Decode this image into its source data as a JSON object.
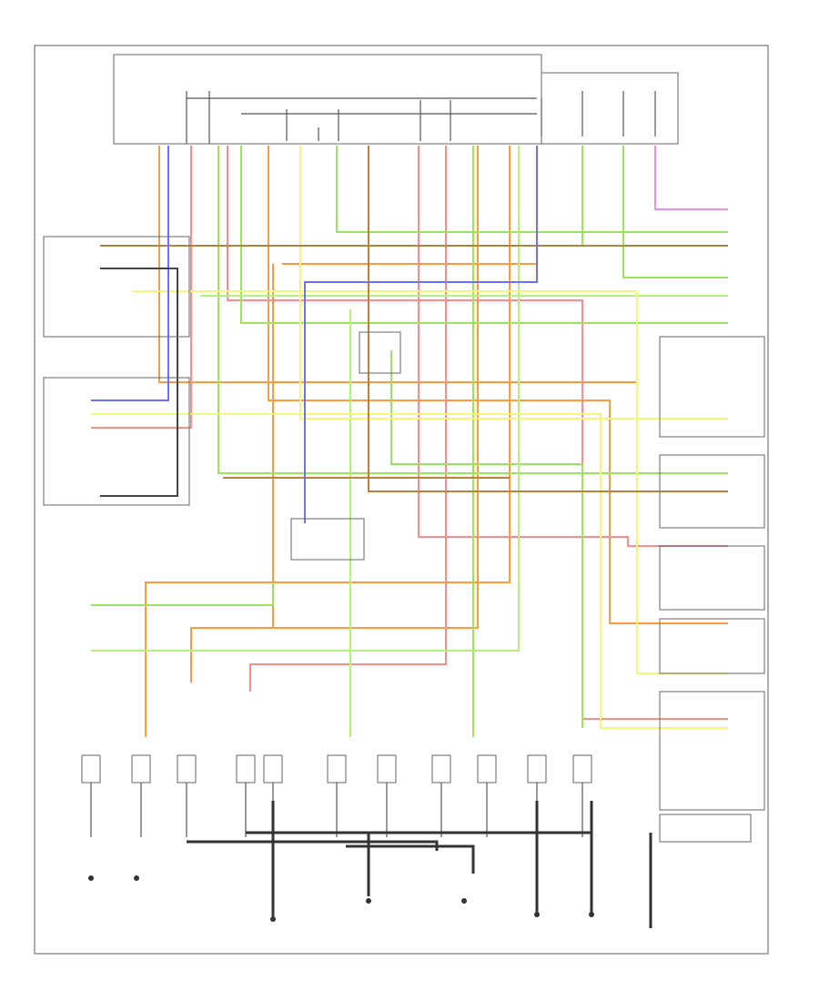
{
  "diagram": {
    "footer_id": "",
    "colors": {
      "orange": "#ff9a3c",
      "pink": "#ff8a8a",
      "green": "#9be35a",
      "lightgreen": "#b6ee7a",
      "yellow": "#f5f57a",
      "brown": "#b9823c",
      "blue": "#6f6fff",
      "magenta": "#f08cf0",
      "gray": "#444444"
    },
    "components": [
      {
        "id": "bcm",
        "label": ""
      },
      {
        "id": "fuse-block",
        "label": ""
      },
      {
        "id": "turn-switch",
        "label": ""
      },
      {
        "id": "hazard-switch",
        "label": ""
      },
      {
        "id": "combination-meter",
        "label": ""
      },
      {
        "id": "lh-front-turn",
        "label": ""
      },
      {
        "id": "rh-front-turn",
        "label": ""
      },
      {
        "id": "lh-rear-combination",
        "label": ""
      },
      {
        "id": "rh-rear-combination",
        "label": ""
      },
      {
        "id": "lh-side-turn",
        "label": ""
      },
      {
        "id": "rh-side-turn",
        "label": ""
      }
    ],
    "grounds": [
      {
        "id": "g1",
        "label": ""
      },
      {
        "id": "g2",
        "label": ""
      },
      {
        "id": "g3",
        "label": ""
      },
      {
        "id": "g4",
        "label": ""
      },
      {
        "id": "g5",
        "label": ""
      },
      {
        "id": "g6",
        "label": ""
      },
      {
        "id": "g7",
        "label": ""
      }
    ]
  }
}
